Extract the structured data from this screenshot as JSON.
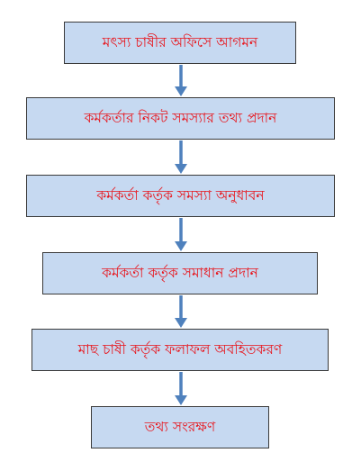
{
  "flowchart": {
    "steps": [
      {
        "label": "মৎস্য চাষীর অফিসে আগমন"
      },
      {
        "label": "কর্মকর্তার নিকট সমস্যার তথ্য প্রদান"
      },
      {
        "label": "কর্মকর্তা কর্তৃক সমস্যা অনুধাবন"
      },
      {
        "label": "কর্মকর্তা কর্তৃক সমাধান প্রদান"
      },
      {
        "label": "মাছ চাষী কর্তৃক ফলাফল অবহিতকরণ"
      },
      {
        "label": "তথ্য সংরক্ষণ"
      }
    ],
    "colors": {
      "box_fill": "#c6d9f1",
      "box_border": "#3a3a3a",
      "text": "#e8141b",
      "arrow": "#4f81bd"
    }
  }
}
